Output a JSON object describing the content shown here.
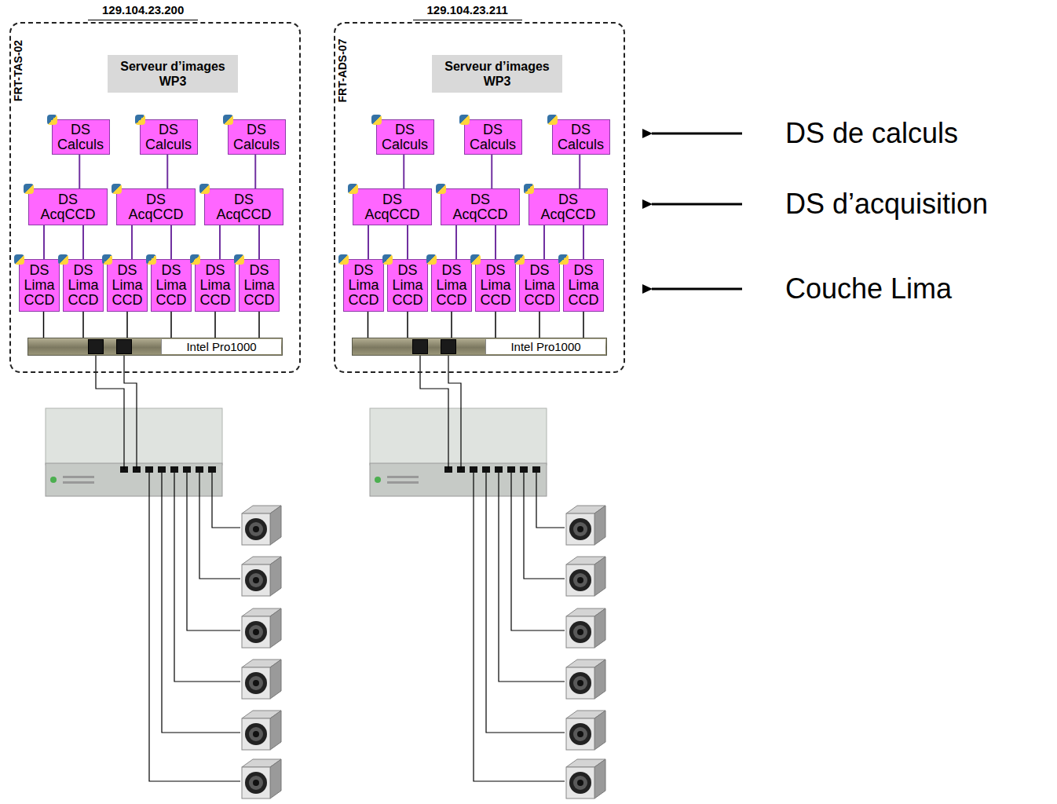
{
  "diagram": {
    "nodes": [
      {
        "text": [
          "129.104.23.200",
          "FRT-TAS-02"
        ]
      },
      {
        "text": [
          "Serveur d’images WP3"
        ],
        "in": 0
      },
      {
        "text": [
          "DS Calculs"
        ],
        "in": 0
      },
      {
        "text": [
          "DS Calculs"
        ],
        "in": 0
      },
      {
        "text": [
          "DS Calculs"
        ],
        "in": 0
      },
      {
        "text": [
          "DS AcqCCD"
        ],
        "in": 0
      },
      {
        "text": [
          "DS AcqCCD"
        ],
        "in": 0
      },
      {
        "text": [
          "DS AcqCCD"
        ],
        "in": 0
      },
      {
        "text": [
          "DS Lima CCD"
        ],
        "in": 0
      },
      {
        "text": [
          "DS Lima CCD"
        ],
        "in": 0
      },
      {
        "text": [
          "DS Lima CCD"
        ],
        "in": 0
      },
      {
        "text": [
          "DS Lima CCD"
        ],
        "in": 0
      },
      {
        "text": [
          "DS Lima CCD"
        ],
        "in": 0
      },
      {
        "text": [
          "DS Lima CCD"
        ],
        "in": 0
      },
      {
        "text": [
          "Intel Pro1000"
        ],
        "in": 0
      },
      {
        "text": [
          "129.104.23.211",
          "FRT-ADS-07"
        ]
      },
      {
        "text": [
          "Serveur d’images WP3"
        ],
        "in": 15
      },
      {
        "text": [
          "DS Calculs"
        ],
        "in": 15
      },
      {
        "text": [
          "DS Calculs"
        ],
        "in": 15
      },
      {
        "text": [
          "DS Calculs"
        ],
        "in": 15
      },
      {
        "text": [
          "DS AcqCCD"
        ],
        "in": 15
      },
      {
        "text": [
          "DS AcqCCD"
        ],
        "in": 15
      },
      {
        "text": [
          "DS AcqCCD"
        ],
        "in": 15
      },
      {
        "text": [
          "DS Lima CCD"
        ],
        "in": 15
      },
      {
        "text": [
          "DS Lima CCD"
        ],
        "in": 15
      },
      {
        "text": [
          "DS Lima CCD"
        ],
        "in": 15
      },
      {
        "text": [
          "DS Lima CCD"
        ],
        "in": 15
      },
      {
        "text": [
          "DS Lima CCD"
        ],
        "in": 15
      },
      {
        "text": [
          "DS Lima CCD"
        ],
        "in": 15
      },
      {
        "text": [
          "Intel Pro1000"
        ],
        "in": 15
      }
    ],
    "edges": [
      {
        "from": 2,
        "to": 5,
        "arrow": "none"
      },
      {
        "from": 3,
        "to": 6,
        "arrow": "none"
      },
      {
        "from": 4,
        "to": 7,
        "arrow": "none"
      },
      {
        "from": 5,
        "to": 8,
        "arrow": "none"
      },
      {
        "from": 5,
        "to": 9,
        "arrow": "none"
      },
      {
        "from": 6,
        "to": 10,
        "arrow": "none"
      },
      {
        "from": 6,
        "to": 11,
        "arrow": "none"
      },
      {
        "from": 7,
        "to": 12,
        "arrow": "none"
      },
      {
        "from": 7,
        "to": 13,
        "arrow": "none"
      },
      {
        "from": 8,
        "to": 14,
        "arrow": "none"
      },
      {
        "from": 9,
        "to": 14,
        "arrow": "none"
      },
      {
        "from": 10,
        "to": 14,
        "arrow": "none"
      },
      {
        "from": 11,
        "to": 14,
        "arrow": "none"
      },
      {
        "from": 12,
        "to": 14,
        "arrow": "none"
      },
      {
        "from": 13,
        "to": 14,
        "arrow": "none"
      },
      {
        "from": 17,
        "to": 20,
        "arrow": "none"
      },
      {
        "from": 18,
        "to": 21,
        "arrow": "none"
      },
      {
        "from": 19,
        "to": 22,
        "arrow": "none"
      },
      {
        "from": 20,
        "to": 23,
        "arrow": "none"
      },
      {
        "from": 20,
        "to": 24,
        "arrow": "none"
      },
      {
        "from": 21,
        "to": 25,
        "arrow": "none"
      },
      {
        "from": 21,
        "to": 26,
        "arrow": "none"
      },
      {
        "from": 22,
        "to": 27,
        "arrow": "none"
      },
      {
        "from": 22,
        "to": 28,
        "arrow": "none"
      },
      {
        "from": 23,
        "to": 29,
        "arrow": "none"
      },
      {
        "from": 24,
        "to": 29,
        "arrow": "none"
      },
      {
        "from": 25,
        "to": 29,
        "arrow": "none"
      },
      {
        "from": 26,
        "to": 29,
        "arrow": "none"
      },
      {
        "from": 27,
        "to": 29,
        "arrow": "none"
      },
      {
        "from": 28,
        "to": 29,
        "arrow": "none"
      }
    ],
    "labels": [
      "DS de calculs",
      "DS d’acquisition",
      "Couche Lima"
    ]
  }
}
